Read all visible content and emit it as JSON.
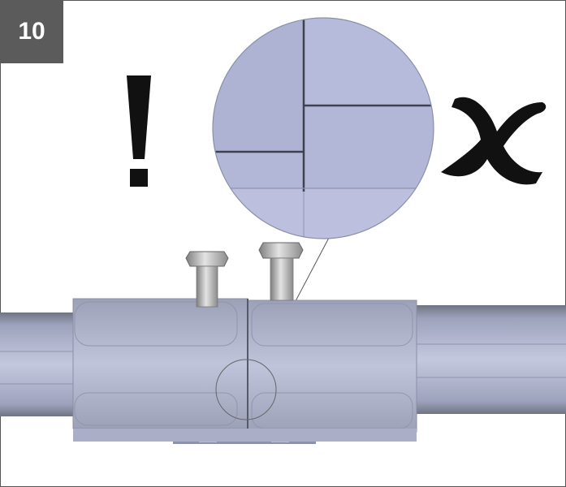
{
  "step": {
    "number": "10"
  },
  "icons": {
    "caution": "exclamation-mark",
    "incorrect": "cross-mark"
  },
  "colors": {
    "badge_bg": "#5b5b5b",
    "pipe_dark": "#7d838f",
    "pipe_mid": "#a7acc5",
    "pipe_light": "#c3c7dd",
    "magnifier_fill": "#afb5d6",
    "bolt": "#9a9a9a",
    "mark": "#111111"
  }
}
